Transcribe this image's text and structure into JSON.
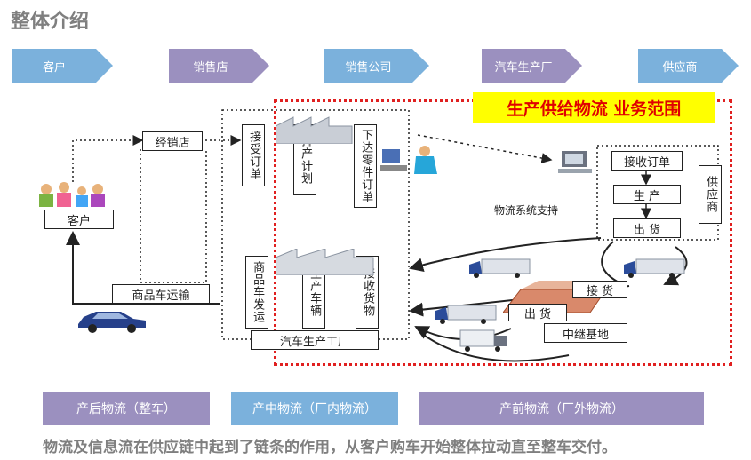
{
  "title": "整体介绍",
  "flow_steps": [
    "客户",
    "销售店",
    "销售公司",
    "汽车生产厂",
    "供应商"
  ],
  "banner": "生产供给物流 业务范围",
  "nodes": {
    "distributor": "经销店",
    "customer": "客户",
    "product_transport": "商品车运输",
    "receive_order": "接受订单",
    "schedule": "排产计划",
    "issue_parts_order": "下达零件订单",
    "product_ship": "商品车发运",
    "produce_vehicle": "生产车辆",
    "receive_goods": "接收货物",
    "factory": "汽车生产工厂",
    "logistics_support": "物流系统支持",
    "supplier_receive": "接收订单",
    "supplier_produce": "生 产",
    "supplier_ship": "出 货",
    "supplier": "供应商",
    "relay_receive": "接 货",
    "relay_ship": "出 货",
    "relay_base": "中继基地"
  },
  "bottom_bars": [
    "产后物流（整车）",
    "产中物流（厂内物流）",
    "产前物流（厂外物流）"
  ],
  "footer": "物流及信息流在供应链中起到了链条的作用，从客户购车开始整体拉动直至整车交付。"
}
